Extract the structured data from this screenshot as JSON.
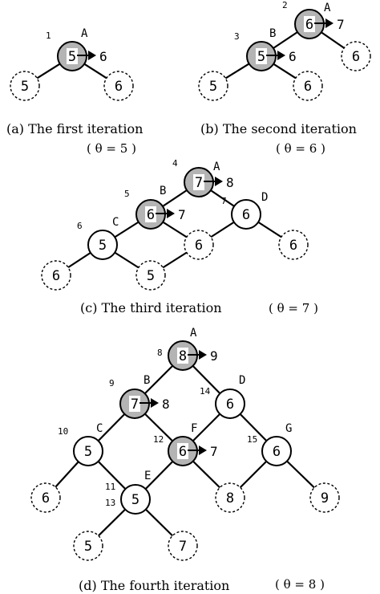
{
  "panels": [
    {
      "id": "a",
      "caption": "(a) The first iteration",
      "theta": "( θ = 5 )",
      "nodes": [
        {
          "id": "a-A",
          "style": "gray",
          "value": "5",
          "letter": "A",
          "order": "1",
          "side": "6"
        },
        {
          "id": "a-l",
          "style": "dashed",
          "value": "5"
        },
        {
          "id": "a-r",
          "style": "dashed",
          "value": "6"
        }
      ]
    },
    {
      "id": "b",
      "caption": "(b) The second iteration",
      "theta": "( θ = 6 )",
      "nodes": [
        {
          "id": "b-A",
          "style": "gray",
          "value": "6",
          "letter": "A",
          "order": "2",
          "side": "7"
        },
        {
          "id": "b-B",
          "style": "gray",
          "value": "5",
          "letter": "B",
          "order": "3",
          "side": "6"
        },
        {
          "id": "b-Ar",
          "style": "dashed",
          "value": "6"
        },
        {
          "id": "b-Bl",
          "style": "dashed",
          "value": "5"
        },
        {
          "id": "b-Br",
          "style": "dashed",
          "value": "6"
        }
      ]
    },
    {
      "id": "c",
      "caption": "(c)   The third iteration",
      "theta": "( θ = 7 )",
      "nodes": [
        {
          "id": "c-A",
          "style": "gray",
          "value": "7",
          "letter": "A",
          "order": "4",
          "side": "8"
        },
        {
          "id": "c-B",
          "style": "gray",
          "value": "6",
          "letter": "B",
          "order": "5",
          "side": "7"
        },
        {
          "id": "c-C",
          "style": "solid",
          "value": "5",
          "letter": "C",
          "order": "6"
        },
        {
          "id": "c-D",
          "style": "solid",
          "value": "6",
          "letter": "D",
          "order": "7"
        },
        {
          "id": "c-Cl",
          "style": "dashed",
          "value": "6"
        },
        {
          "id": "c-mid",
          "style": "dashed",
          "value": "6"
        },
        {
          "id": "c-Dr",
          "style": "dashed",
          "value": "6"
        },
        {
          "id": "c-Cr",
          "style": "dashed",
          "value": "5"
        }
      ]
    },
    {
      "id": "d",
      "caption": "(d)   The fourth iteration",
      "theta": "( θ = 8 )",
      "nodes": [
        {
          "id": "d-A",
          "style": "gray",
          "value": "8",
          "letter": "A",
          "order": "8",
          "side": "9"
        },
        {
          "id": "d-B",
          "style": "gray",
          "value": "7",
          "letter": "B",
          "order": "9",
          "side": "8"
        },
        {
          "id": "d-C",
          "style": "solid",
          "value": "5",
          "letter": "C",
          "order": "10"
        },
        {
          "id": "d-D",
          "style": "solid",
          "value": "6",
          "letter": "D",
          "order": "14"
        },
        {
          "id": "d-F",
          "style": "gray",
          "value": "6",
          "letter": "F",
          "order": "12",
          "side": "7"
        },
        {
          "id": "d-G",
          "style": "solid",
          "value": "6",
          "letter": "G",
          "order": "15"
        },
        {
          "id": "d-E",
          "style": "solid",
          "value": "5",
          "letter": "E",
          "order": "11",
          "order2": "13"
        },
        {
          "id": "d-Cl",
          "style": "dashed",
          "value": "6"
        },
        {
          "id": "d-Fr",
          "style": "dashed",
          "value": "8"
        },
        {
          "id": "d-Gr",
          "style": "dashed",
          "value": "9"
        },
        {
          "id": "d-El",
          "style": "dashed",
          "value": "5"
        },
        {
          "id": "d-Er",
          "style": "dashed",
          "value": "7"
        }
      ]
    }
  ]
}
